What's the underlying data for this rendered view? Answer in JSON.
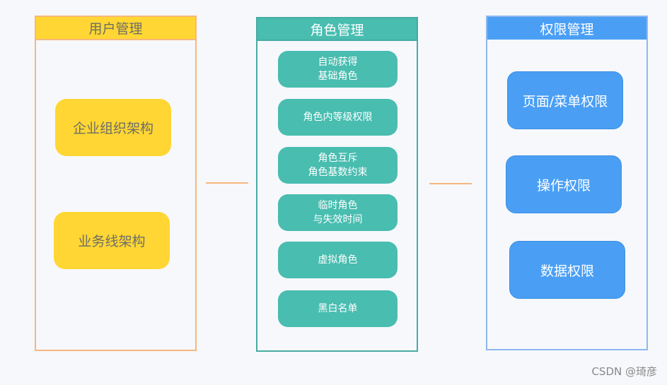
{
  "colors": {
    "user": "#ffd633",
    "user_border": "#f6b77c",
    "role": "#48bdb0",
    "permission": "#4a9ff5",
    "connector": "#f6b77c"
  },
  "user_management": {
    "title": "用户管理",
    "items": [
      "企业组织架构",
      "业务线架构"
    ]
  },
  "role_management": {
    "title": "角色管理",
    "items": [
      "自动获得\n基础角色",
      "角色内等级权限",
      "角色互斥\n角色基数约束",
      "临时角色\n与失效时间",
      "虚拟角色",
      "黑白名单"
    ]
  },
  "permission_management": {
    "title": "权限管理",
    "items": [
      "页面/菜单权限",
      "操作权限",
      "数据权限"
    ]
  },
  "watermark": "CSDN @琦彦"
}
